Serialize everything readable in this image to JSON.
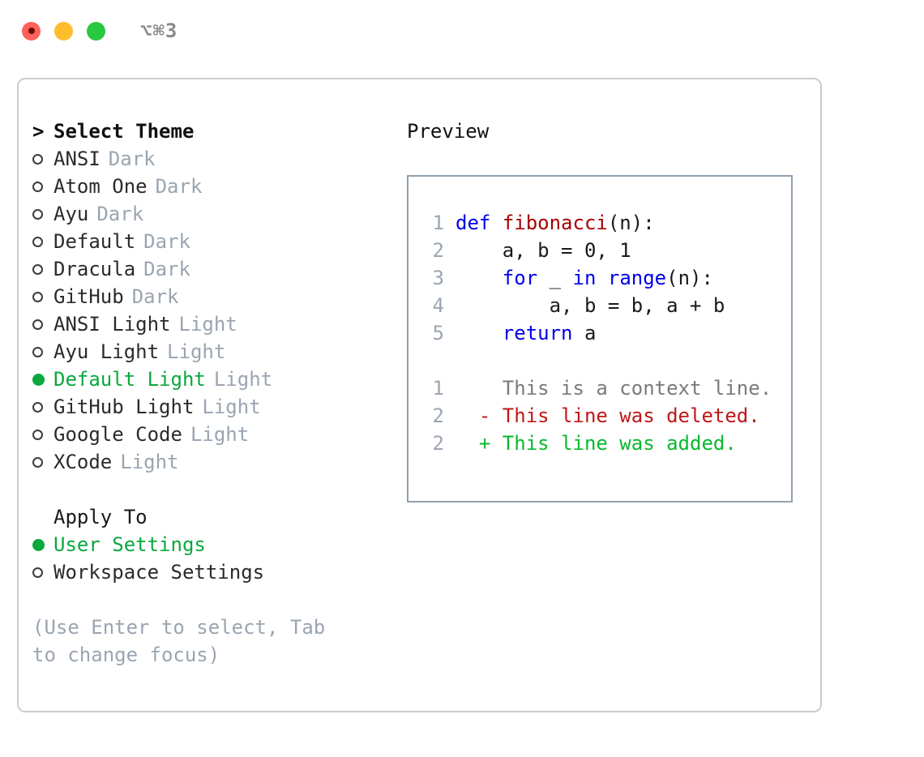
{
  "window": {
    "shortcut": "⌥⌘3",
    "traffic_lights": [
      "close-red",
      "minimize-yellow",
      "zoom-green"
    ]
  },
  "theme_picker": {
    "title": "Select Theme",
    "caret": ">",
    "marker_empty": "○",
    "marker_filled": "●",
    "items": [
      {
        "label": "ANSI",
        "tag": "Dark",
        "selected": false
      },
      {
        "label": "Atom One",
        "tag": "Dark",
        "selected": false
      },
      {
        "label": "Ayu",
        "tag": "Dark",
        "selected": false
      },
      {
        "label": "Default",
        "tag": "Dark",
        "selected": false
      },
      {
        "label": "Dracula",
        "tag": "Dark",
        "selected": false
      },
      {
        "label": "GitHub",
        "tag": "Dark",
        "selected": false
      },
      {
        "label": "ANSI Light",
        "tag": "Light",
        "selected": false
      },
      {
        "label": "Ayu Light",
        "tag": "Light",
        "selected": false
      },
      {
        "label": "Default Light",
        "tag": "Light",
        "selected": true
      },
      {
        "label": "GitHub Light",
        "tag": "Light",
        "selected": false
      },
      {
        "label": "Google Code",
        "tag": "Light",
        "selected": false
      },
      {
        "label": "XCode",
        "tag": "Light",
        "selected": false
      }
    ]
  },
  "apply_to": {
    "title": "Apply To",
    "items": [
      {
        "label": "User Settings",
        "selected": true
      },
      {
        "label": "Workspace Settings",
        "selected": false
      }
    ]
  },
  "hint": "(Use Enter to select, Tab to change focus)",
  "preview": {
    "title": "Preview",
    "code_lines": [
      {
        "no": "1",
        "tokens": [
          {
            "t": "def",
            "c": "kw"
          },
          {
            "t": " ",
            "c": "plain"
          },
          {
            "t": "fibonacci",
            "c": "fn"
          },
          {
            "t": "(n):",
            "c": "plain"
          }
        ]
      },
      {
        "no": "2",
        "tokens": [
          {
            "t": "    a, b = 0, 1",
            "c": "plain"
          }
        ]
      },
      {
        "no": "3",
        "tokens": [
          {
            "t": "    ",
            "c": "plain"
          },
          {
            "t": "for",
            "c": "kw"
          },
          {
            "t": " _ ",
            "c": "plain"
          },
          {
            "t": "in",
            "c": "kw"
          },
          {
            "t": " ",
            "c": "plain"
          },
          {
            "t": "range",
            "c": "kw"
          },
          {
            "t": "(n):",
            "c": "plain"
          }
        ]
      },
      {
        "no": "4",
        "tokens": [
          {
            "t": "        a, b = b, a + b",
            "c": "plain"
          }
        ]
      },
      {
        "no": "5",
        "tokens": [
          {
            "t": "    ",
            "c": "plain"
          },
          {
            "t": "return",
            "c": "kw"
          },
          {
            "t": " a",
            "c": "plain"
          }
        ]
      }
    ],
    "diff_lines": [
      {
        "no": "1",
        "sign": " ",
        "text": " This is a context line.",
        "kind": "ctx"
      },
      {
        "no": "2",
        "sign": "-",
        "text": " This line was deleted.",
        "kind": "del"
      },
      {
        "no": "2",
        "sign": "+",
        "text": " This line was added.",
        "kind": "add"
      }
    ]
  },
  "colors": {
    "accent_green": "#0aa83e",
    "keyword_blue": "#0000e8",
    "function_red": "#a80000",
    "muted_gray": "#9aa5b1",
    "diff_add": "#0ab82e",
    "diff_del": "#c01717",
    "panel_border": "#c9ccd1",
    "preview_border": "#91a0b0"
  }
}
